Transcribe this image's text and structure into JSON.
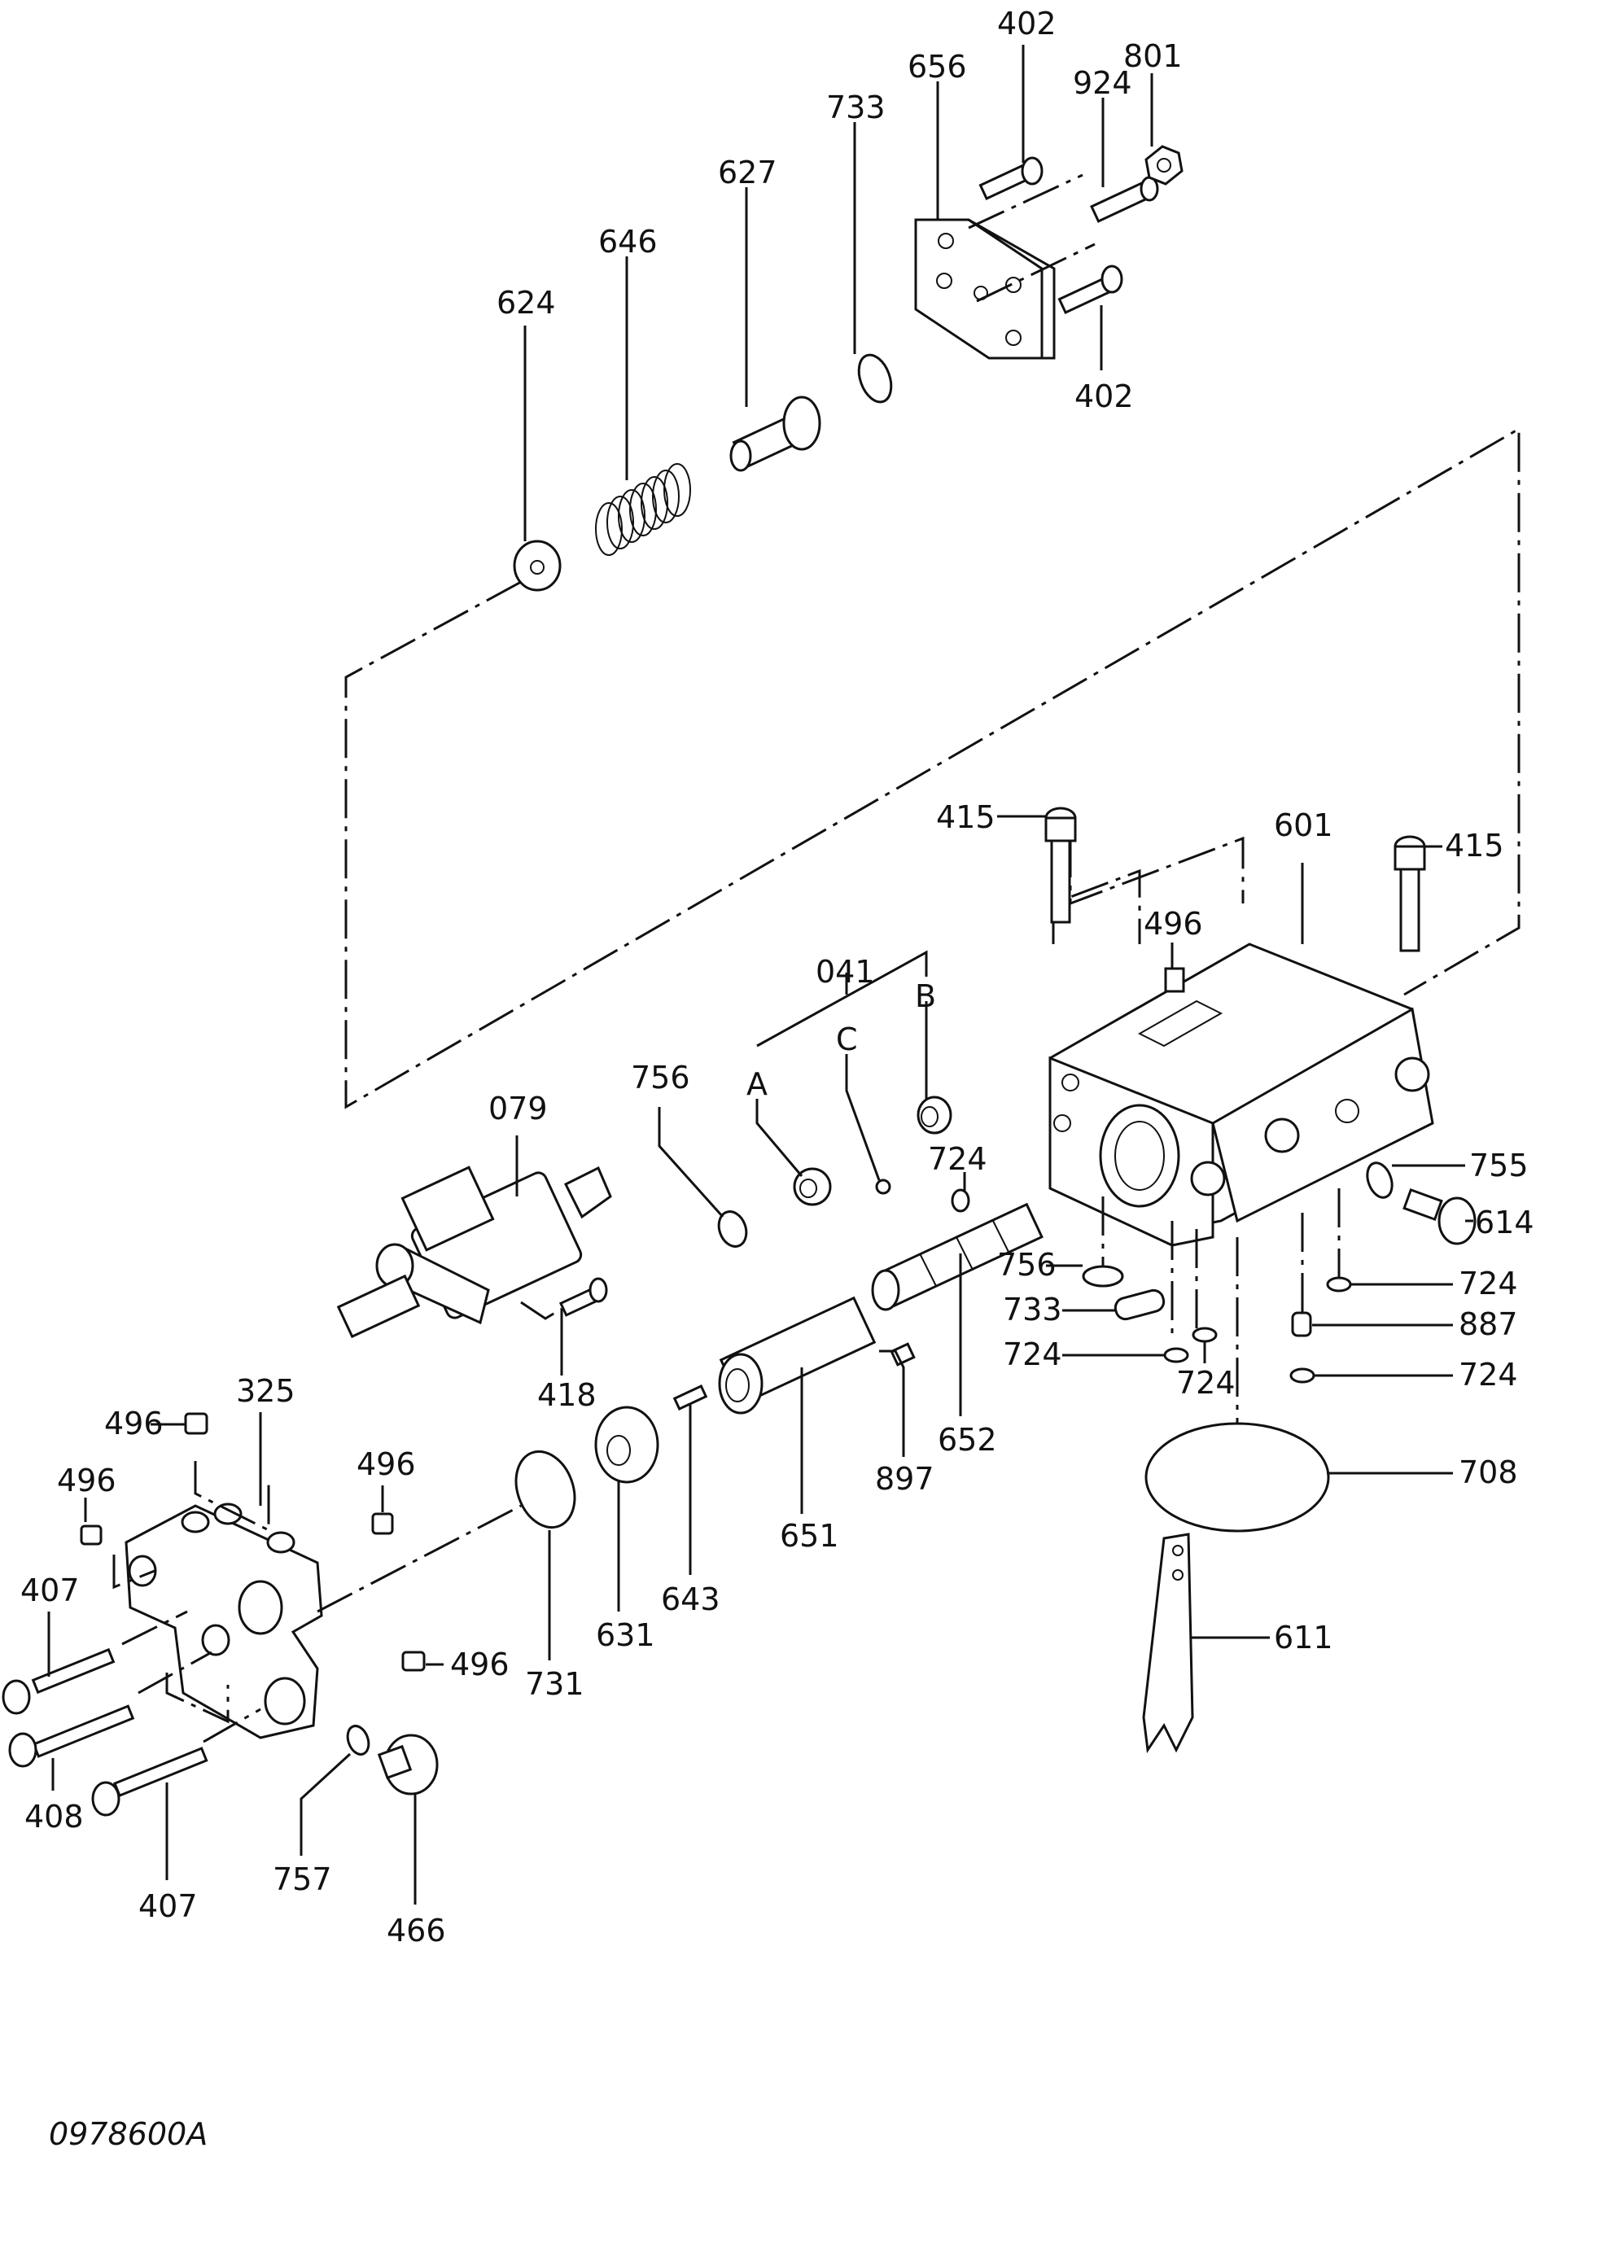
{
  "drawing_ref": "0978600A",
  "labels": {
    "p402a": "402",
    "p801": "801",
    "p924": "924",
    "p656": "656",
    "p733a": "733",
    "p627": "627",
    "p646": "646",
    "p624": "624",
    "p402b": "402",
    "p415a": "415",
    "p601": "601",
    "p415b": "415",
    "p496a": "496",
    "p041": "041",
    "pB": "B",
    "pC": "C",
    "pA": "A",
    "p756a": "756",
    "p079": "079",
    "p724a": "724",
    "p755": "755",
    "p614": "614",
    "p756b": "756",
    "p724b": "724",
    "p733b": "733",
    "p887": "887",
    "p724c": "724",
    "p724d": "724",
    "p724e": "724",
    "p418": "418",
    "p325": "325",
    "p496b": "496",
    "p496c": "496",
    "p496d": "496",
    "p496e": "496",
    "p897": "897",
    "p652": "652",
    "p708": "708",
    "p651": "651",
    "p643": "643",
    "p631": "631",
    "p731": "731",
    "p611": "611",
    "p407a": "407",
    "p408": "408",
    "p407b": "407",
    "p757": "757",
    "p466": "466"
  }
}
